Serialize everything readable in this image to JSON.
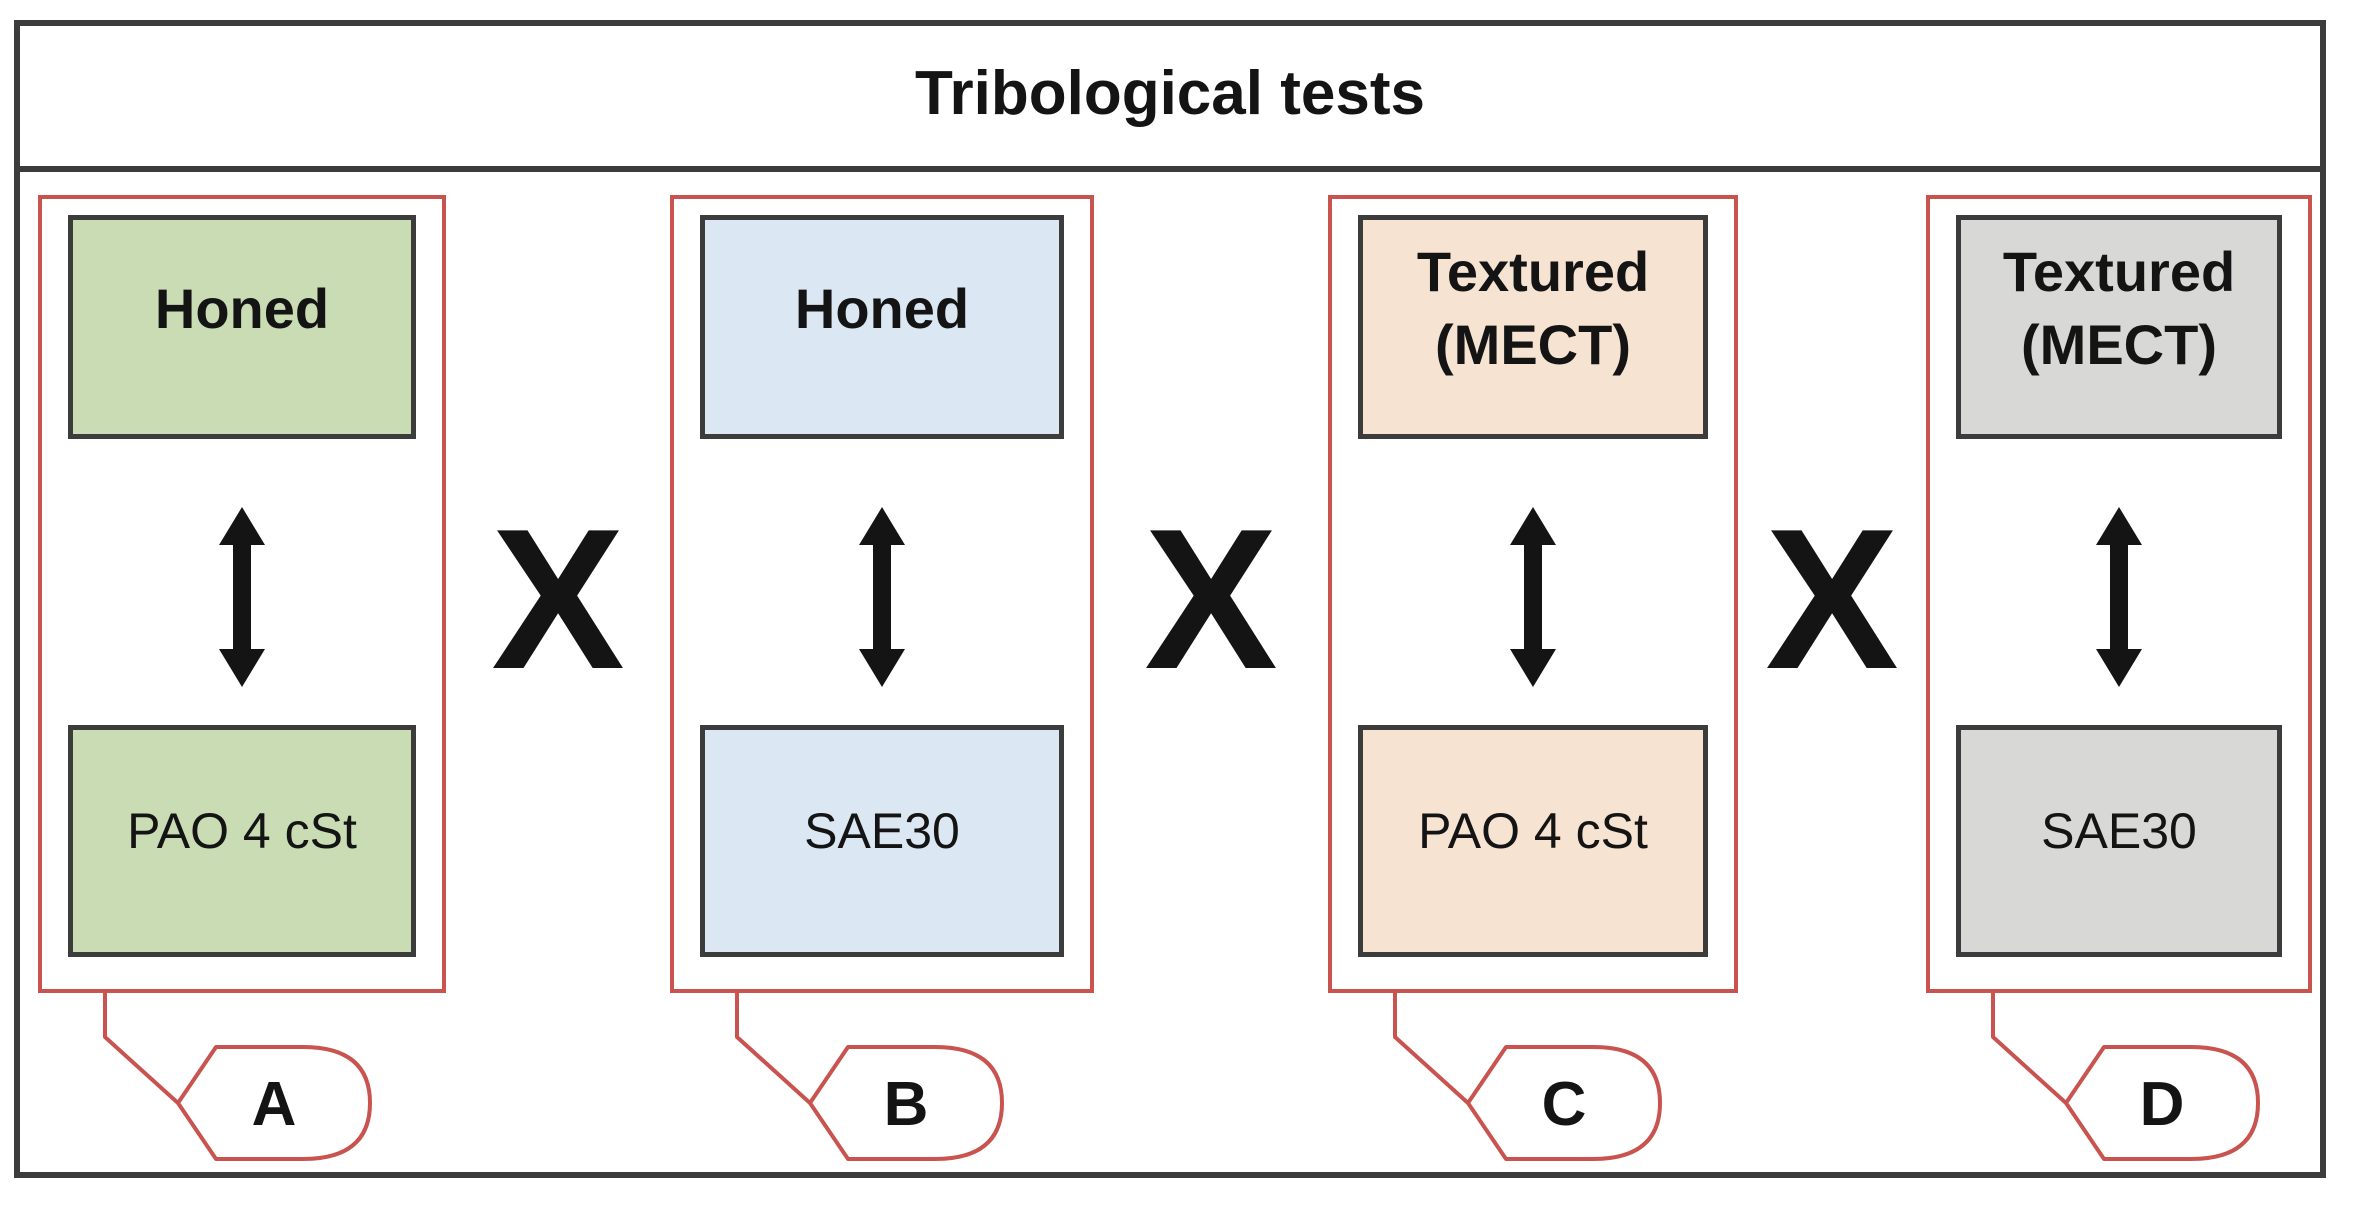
{
  "title": "Tribological tests",
  "separator": "X",
  "colors": {
    "dark": "#3c3c3c",
    "red": "#c9534e",
    "ink": "#141414",
    "green": "#c9dcb4",
    "blue": "#dbe7f2",
    "peach": "#f7e3d2",
    "gray": "#d8d8d6"
  },
  "groups": [
    {
      "letter": "A",
      "surface": "Honed",
      "lubricant": "PAO 4 cSt",
      "fill": "#c9dcb4"
    },
    {
      "letter": "B",
      "surface": "Honed",
      "lubricant": "SAE30",
      "fill": "#dbe7f2"
    },
    {
      "letter": "C",
      "surface": "Textured (MECT)",
      "lubricant": "PAO 4 cSt",
      "fill": "#f7e3d2"
    },
    {
      "letter": "D",
      "surface": "Textured (MECT)",
      "lubricant": "SAE30",
      "fill": "#d8d8d6"
    }
  ]
}
